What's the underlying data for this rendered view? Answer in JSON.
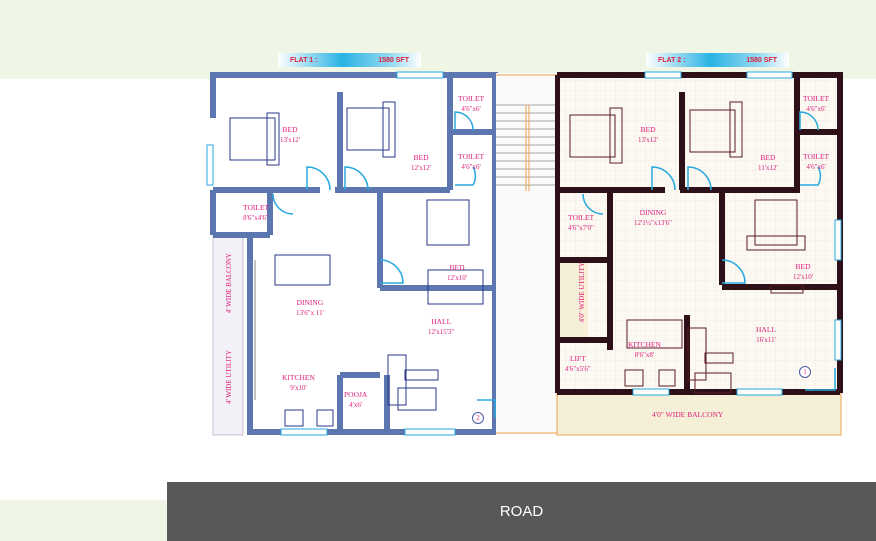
{
  "flats": [
    {
      "label": "FLAT 1 :",
      "area": "1580 SFT",
      "wall_color": "#5c77b0",
      "rooms": [
        {
          "name": "BED",
          "dim": "13'x12'"
        },
        {
          "name": "BED",
          "dim": "12'x12'"
        },
        {
          "name": "TOILET",
          "dim": "4'6\"x6'"
        },
        {
          "name": "TOILET",
          "dim": "4'6\"x6'"
        },
        {
          "name": "TOILET",
          "dim": "8'6\"x4'6\""
        },
        {
          "name": "BED",
          "dim": "12'x10'"
        },
        {
          "name": "DINING",
          "dim": "13'6\"x 11'"
        },
        {
          "name": "HALL",
          "dim": "12'x15'3\""
        },
        {
          "name": "KITCHEN",
          "dim": "9'x10'"
        },
        {
          "name": "POOJA",
          "dim": "4'x6'"
        }
      ],
      "balcony": "4' WIDE BALCONY",
      "utility": "4' WIDE UTILITY",
      "entry_number": "2"
    },
    {
      "label": "FLAT 2 :",
      "area": "1580 SFT",
      "wall_color": "#2e1018",
      "rooms": [
        {
          "name": "BED",
          "dim": "13'x12'"
        },
        {
          "name": "BED",
          "dim": "11'x12'"
        },
        {
          "name": "TOILET",
          "dim": "4'6\"x6'"
        },
        {
          "name": "TOILET",
          "dim": "4'6\"x6'"
        },
        {
          "name": "TOILET",
          "dim": "4'6\"x7'0\""
        },
        {
          "name": "DINING",
          "dim": "12'1½\"x13'6\""
        },
        {
          "name": "BED",
          "dim": "12'x10'"
        },
        {
          "name": "HALL",
          "dim": "16'x11'"
        },
        {
          "name": "KITCHEN",
          "dim": "8'6\"x8'"
        },
        {
          "name": "LIFT",
          "dim": "4'6\"x5'6\""
        }
      ],
      "utility": "4'0\" WIDE UTILITY",
      "balcony": "4'0\" WIDE BALCONY",
      "entry_number": "1"
    }
  ],
  "road_label": "ROAD",
  "colors": {
    "label_text": "#e0203c",
    "room_text": "#e0207c",
    "window": "#28a8e0",
    "staircase": "#f0a050",
    "background_band": "#f0f6e6",
    "road": "#58585a"
  }
}
